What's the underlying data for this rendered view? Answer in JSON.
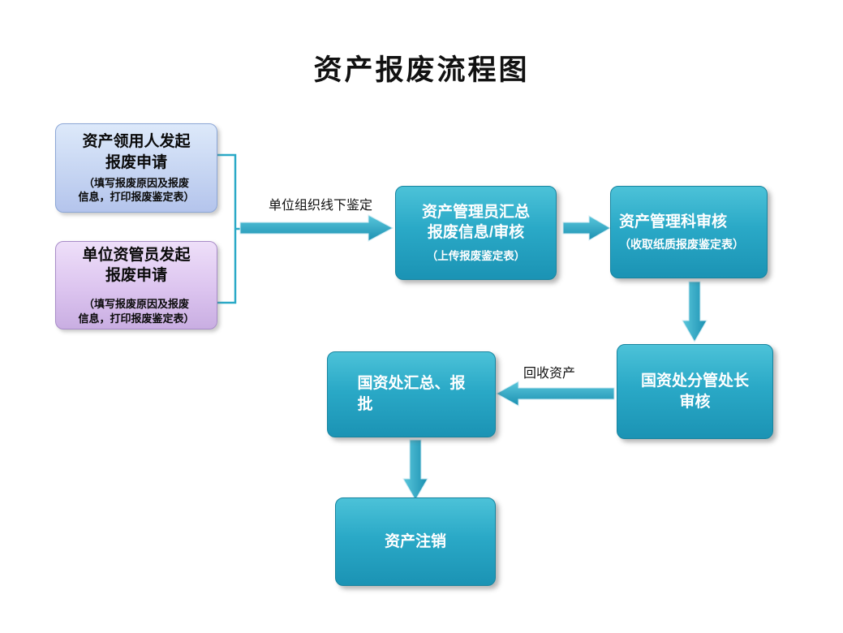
{
  "title": "资产报废流程图",
  "boxes": {
    "asset_user": {
      "title": "资产领用人发起\n报废申请",
      "subtitle": "（填写报废原因及报废\n信息，打印报废鉴定表）"
    },
    "unit_manager": {
      "title": "单位资管员发起\n报废申请",
      "subtitle": "（填写报废原因及报废\n信息，打印报废鉴定表）"
    },
    "asset_admin": {
      "title": "资产管理员汇总\n报废信息/审核",
      "subtitle": "（上传报废鉴定表）"
    },
    "asset_dept": {
      "title": "资产管理科审核",
      "subtitle": "（收取纸质报废鉴定表）"
    },
    "director": {
      "title": "国资处分管处长\n审核"
    },
    "summary": {
      "title": "国资处汇总、报\n批"
    },
    "cancel": {
      "title": "资产注销"
    }
  },
  "edge_labels": {
    "offline_appraisal": "单位组织线下鉴定",
    "recycle": "回收资产"
  },
  "colors": {
    "teal_top": "#4cc2d8",
    "teal_bottom": "#1b93b4",
    "teal_border": "#17849f",
    "blue_top": "#dde9fa",
    "blue_bottom": "#b4c4ec",
    "blue_border": "#8ba6d6",
    "purple_top": "#eedff9",
    "purple_bottom": "#c9aee2",
    "purple_border": "#a88cc8",
    "arrow": "#2aa9c7"
  }
}
